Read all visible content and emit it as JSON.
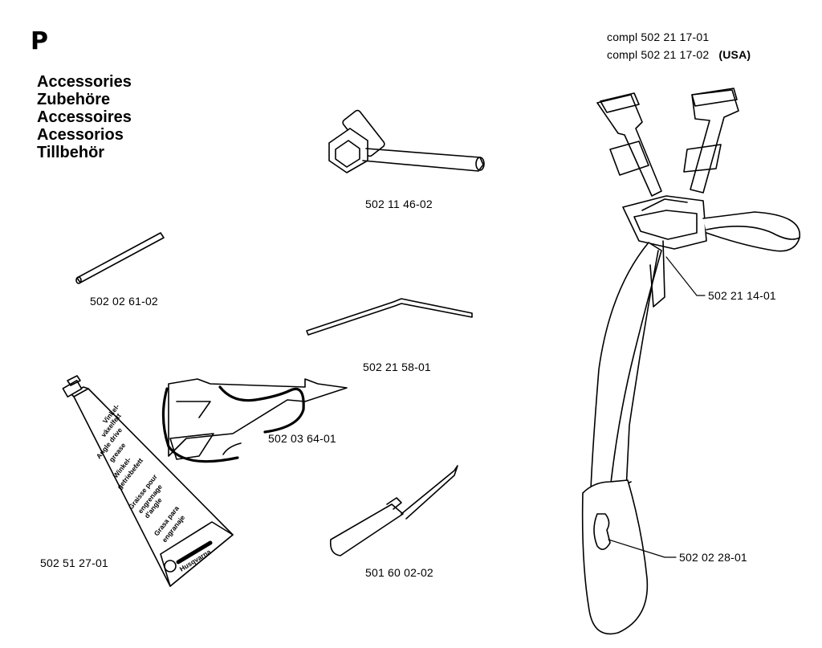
{
  "section_letter": "P",
  "titles": [
    "Accessories",
    "Zubehöre",
    "Accessoires",
    "Acessorios",
    "Tillbehör"
  ],
  "harness": {
    "line1": "compl 502 21 17-01",
    "line2": "compl 502 21 17-02",
    "line2_suffix": "(USA)"
  },
  "parts": {
    "wrench": "502 11 46-02",
    "pin": "502 02 61-02",
    "hex_key": "502 21 58-01",
    "guard": "502 03 64-01",
    "grease": "502 51 27-01",
    "screwdriver": "501 60 02-02",
    "buckle": "502 21 14-01",
    "hook": "502 02 28-01"
  },
  "grease_tube_text": [
    "Vinkel-",
    "växelfett",
    "Angle drive",
    "grease",
    "Winkel-",
    "getriebefett",
    "Graisse pour",
    "engrenage",
    "d'angle",
    "Grasa para",
    "engranaje",
    "Husqvarna"
  ]
}
